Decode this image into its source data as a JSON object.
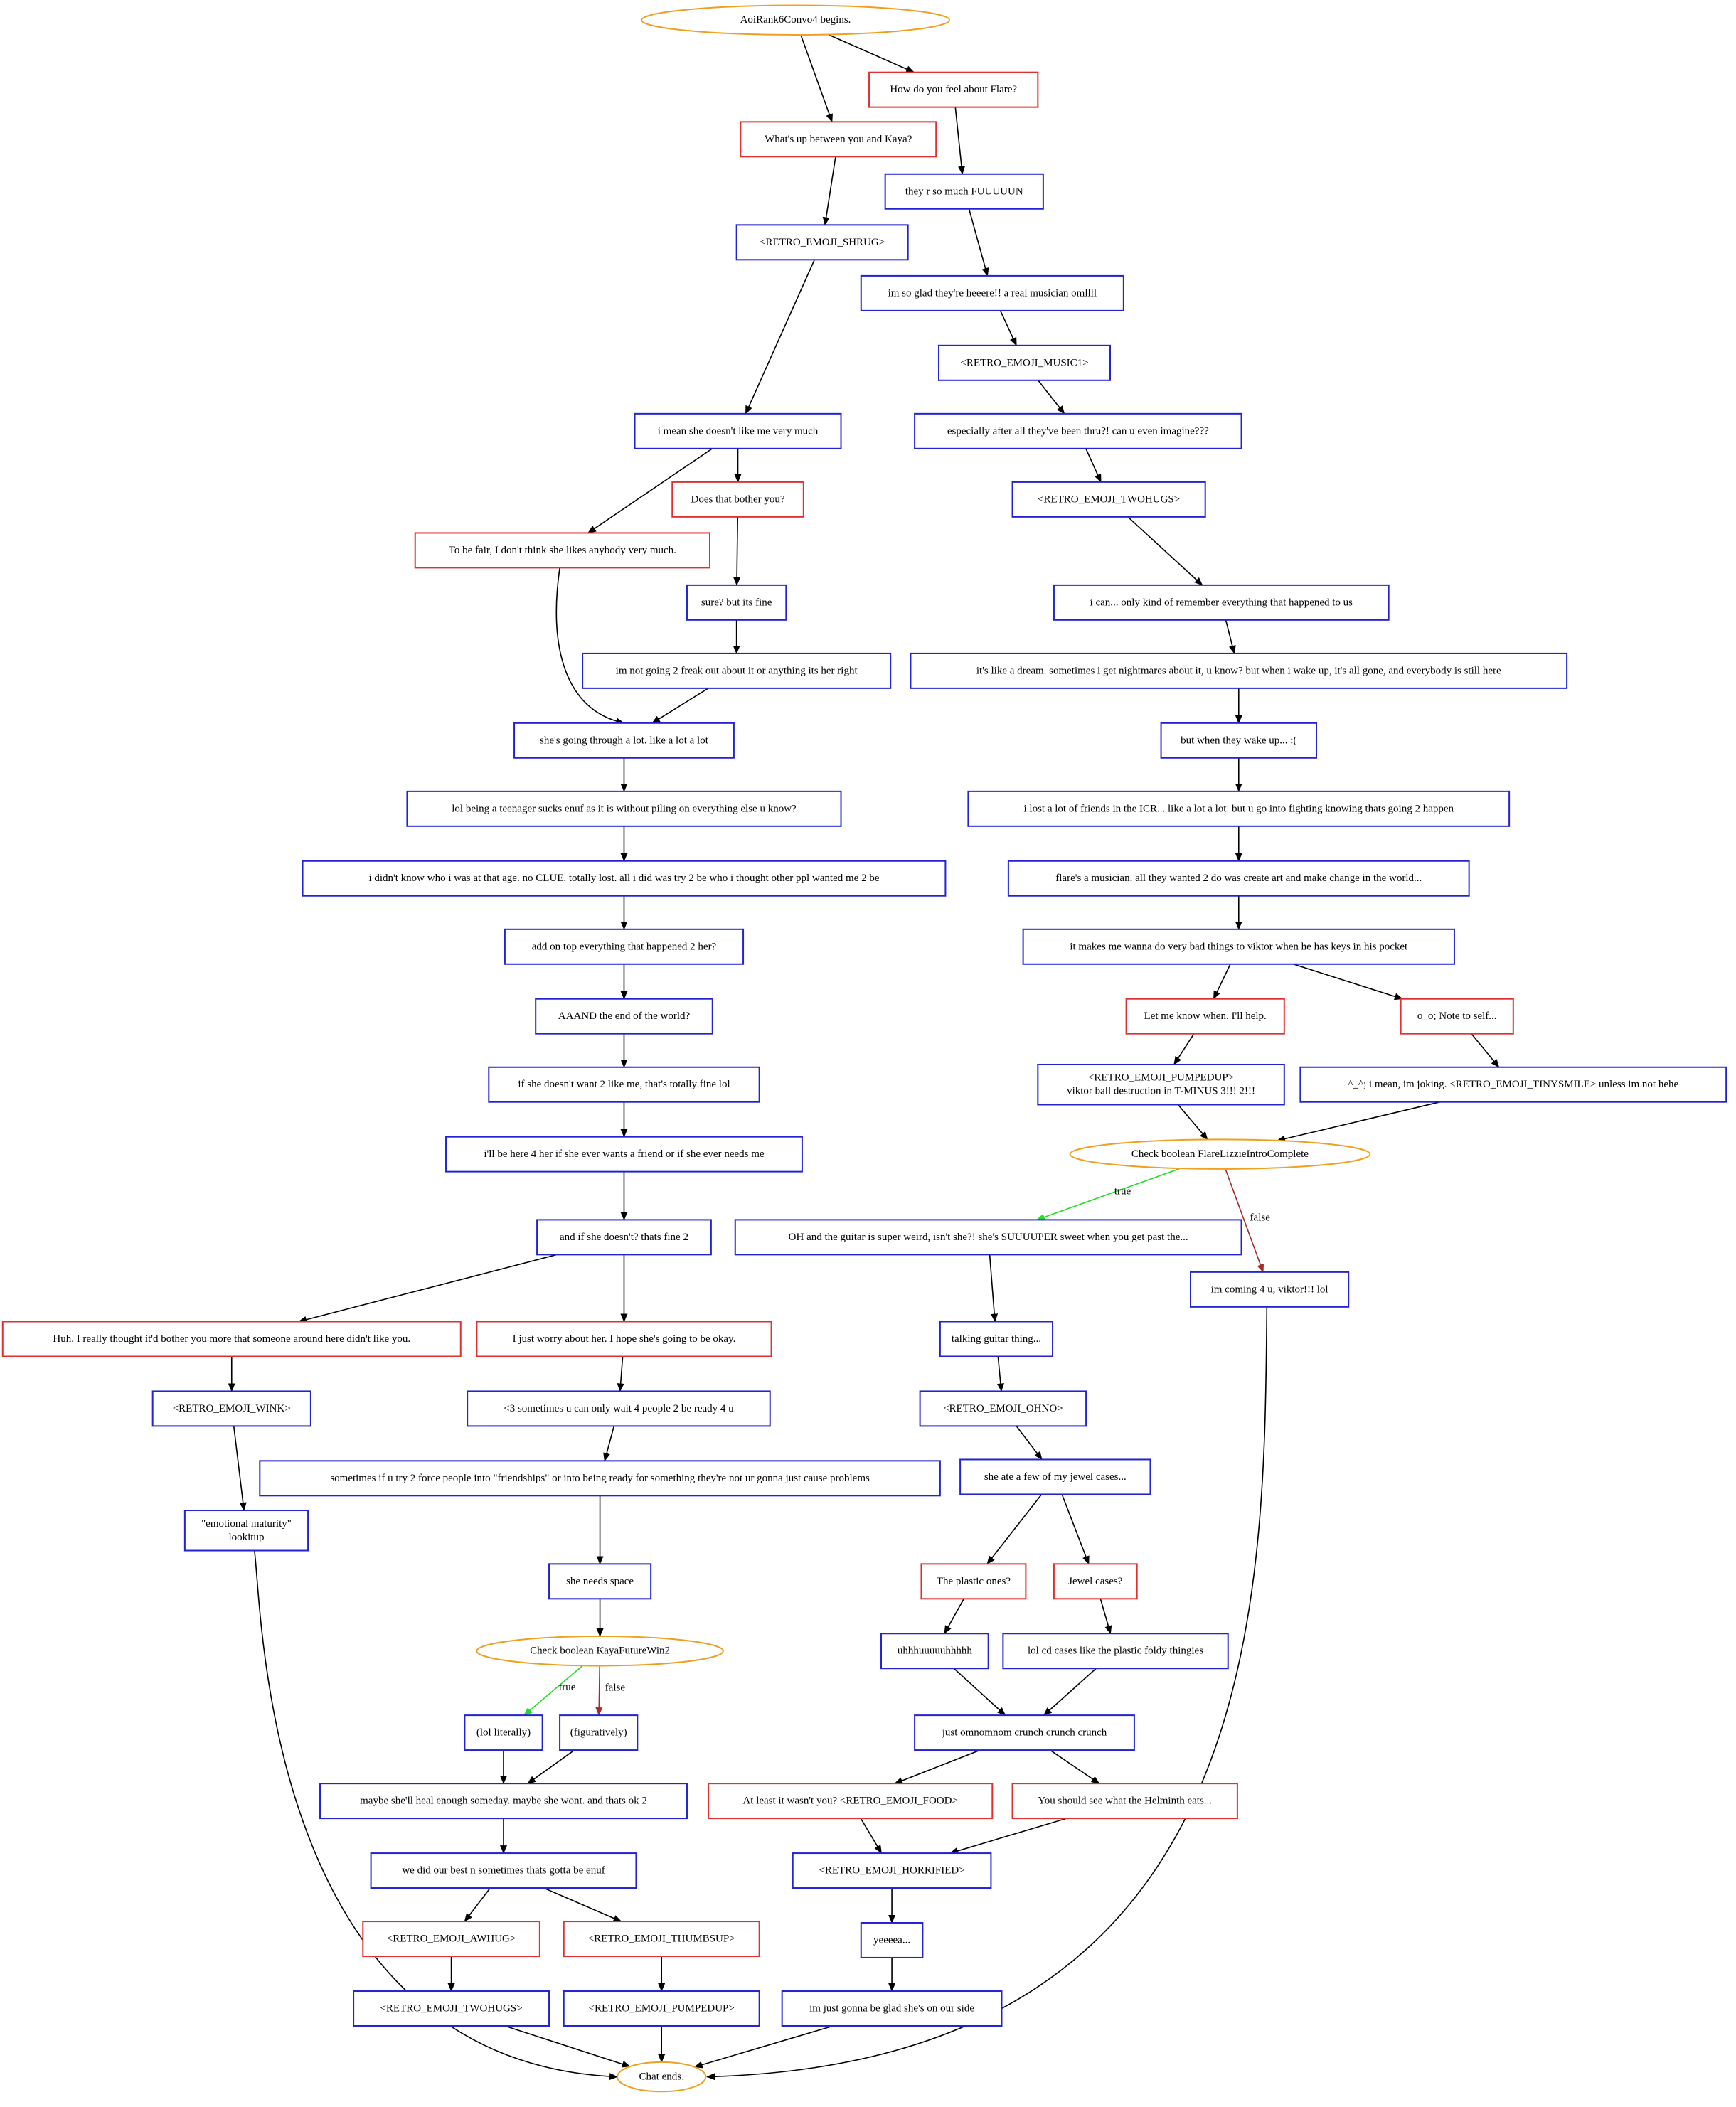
{
  "colors": {
    "npc": "#2323d4",
    "player": "#e03030",
    "control": "#f0a020",
    "edge": "#000000",
    "edge_true": "#22dd22",
    "edge_false": "#a52a2a"
  },
  "nodes": [
    {
      "id": "start",
      "kind": "control",
      "lines": [
        "AoiRank6Convo4 begins."
      ]
    },
    {
      "id": "kaya_q",
      "kind": "player",
      "lines": [
        "What's up between you and Kaya?"
      ]
    },
    {
      "id": "flare_q",
      "kind": "player",
      "lines": [
        "How do you feel about Flare?"
      ]
    },
    {
      "id": "shrug",
      "kind": "npc",
      "lines": [
        "<RETRO_EMOJI_SHRUG>"
      ]
    },
    {
      "id": "fun",
      "kind": "npc",
      "lines": [
        "they r so much FUUUUUN"
      ]
    },
    {
      "id": "glad",
      "kind": "npc",
      "lines": [
        "im so glad they're heeere!! a real musician omllll"
      ]
    },
    {
      "id": "music1",
      "kind": "npc",
      "lines": [
        "<RETRO_EMOJI_MUSIC1>"
      ]
    },
    {
      "id": "imagine",
      "kind": "npc",
      "lines": [
        "especially after all they've been thru?! can u even imagine???"
      ]
    },
    {
      "id": "twohugs_r",
      "kind": "npc",
      "lines": [
        "<RETRO_EMOJI_TWOHUGS>"
      ]
    },
    {
      "id": "remember",
      "kind": "npc",
      "lines": [
        "i can... only kind of remember everything that happened to us"
      ]
    },
    {
      "id": "dream",
      "kind": "npc",
      "lines": [
        "it's like a dream. sometimes i get nightmares about it, u know? but when i wake up, it's all gone, and everybody is still here"
      ]
    },
    {
      "id": "wakeup",
      "kind": "npc",
      "lines": [
        "but when they wake up... :("
      ]
    },
    {
      "id": "icr",
      "kind": "npc",
      "lines": [
        "i lost a lot of friends in the ICR... like a lot a lot. but u go into fighting knowing thats going 2 happen"
      ]
    },
    {
      "id": "musician",
      "kind": "npc",
      "lines": [
        "flare's a musician. all they wanted 2 do was create art and make change in the world..."
      ]
    },
    {
      "id": "viktor",
      "kind": "npc",
      "lines": [
        "it makes me wanna do very bad things to viktor when he has keys in his pocket"
      ]
    },
    {
      "id": "letme",
      "kind": "player",
      "lines": [
        "Let me know when. I'll help."
      ]
    },
    {
      "id": "note",
      "kind": "player",
      "lines": [
        "o_o; Note to self..."
      ]
    },
    {
      "id": "pumped_r",
      "kind": "npc",
      "lines": [
        "<RETRO_EMOJI_PUMPEDUP>",
        "viktor ball destruction in T-MINUS 3!!! 2!!!"
      ]
    },
    {
      "id": "joking",
      "kind": "npc",
      "lines": [
        "^_^; i mean, im joking. <RETRO_EMOJI_TINYSMILE> unless im not hehe"
      ]
    },
    {
      "id": "check_flare",
      "kind": "control",
      "lines": [
        "Check boolean FlareLizzieIntroComplete"
      ]
    },
    {
      "id": "guitar",
      "kind": "npc",
      "lines": [
        "OH and the guitar is super weird, isn't she?! she's SUUUUPER sweet when you get past the..."
      ]
    },
    {
      "id": "coming",
      "kind": "npc",
      "lines": [
        "im coming 4 u, viktor!!! lol"
      ]
    },
    {
      "id": "talking",
      "kind": "npc",
      "lines": [
        "talking guitar thing..."
      ]
    },
    {
      "id": "ohno",
      "kind": "npc",
      "lines": [
        "<RETRO_EMOJI_OHNO>"
      ]
    },
    {
      "id": "jewel",
      "kind": "npc",
      "lines": [
        "she ate a few of my jewel cases..."
      ]
    },
    {
      "id": "plastic_q",
      "kind": "player",
      "lines": [
        "The plastic ones?"
      ]
    },
    {
      "id": "jewel_q",
      "kind": "player",
      "lines": [
        "Jewel cases?"
      ]
    },
    {
      "id": "uhh",
      "kind": "npc",
      "lines": [
        "uhhhuuuuuhhhhh"
      ]
    },
    {
      "id": "cd",
      "kind": "npc",
      "lines": [
        "lol cd cases like the plastic foldy thingies"
      ]
    },
    {
      "id": "crunch",
      "kind": "npc",
      "lines": [
        "just omnomnom crunch crunch crunch"
      ]
    },
    {
      "id": "least",
      "kind": "player",
      "lines": [
        "At least it wasn't you? <RETRO_EMOJI_FOOD>"
      ]
    },
    {
      "id": "helminth",
      "kind": "player",
      "lines": [
        "You should see what the Helminth eats..."
      ]
    },
    {
      "id": "horrified",
      "kind": "npc",
      "lines": [
        "<RETRO_EMOJI_HORRIFIED>"
      ]
    },
    {
      "id": "yeeea",
      "kind": "npc",
      "lines": [
        "yeeeea..."
      ]
    },
    {
      "id": "ourside",
      "kind": "npc",
      "lines": [
        "im just gonna be glad she's on our side"
      ]
    },
    {
      "id": "meanshe",
      "kind": "npc",
      "lines": [
        "i mean she doesn't like me very much"
      ]
    },
    {
      "id": "tobefair",
      "kind": "player",
      "lines": [
        "To be fair, I don't think she likes anybody very much."
      ]
    },
    {
      "id": "bother",
      "kind": "player",
      "lines": [
        "Does that bother you?"
      ]
    },
    {
      "id": "sure",
      "kind": "npc",
      "lines": [
        "sure? but its fine"
      ]
    },
    {
      "id": "freak",
      "kind": "npc",
      "lines": [
        "im not going 2 freak out about it or anything its her right"
      ]
    },
    {
      "id": "alot",
      "kind": "npc",
      "lines": [
        "she's going through a lot. like a lot a lot"
      ]
    },
    {
      "id": "teenager",
      "kind": "npc",
      "lines": [
        "lol being a teenager sucks enuf as it is without piling on everything else u know?"
      ]
    },
    {
      "id": "clue",
      "kind": "npc",
      "lines": [
        "i didn't know who i was at that age. no CLUE. totally lost. all i did was try 2 be who i thought other ppl wanted me 2 be"
      ]
    },
    {
      "id": "addtop",
      "kind": "npc",
      "lines": [
        "add on top everything that happened 2 her?"
      ]
    },
    {
      "id": "aaand",
      "kind": "npc",
      "lines": [
        "AAAND the end of the world?"
      ]
    },
    {
      "id": "ifshe",
      "kind": "npc",
      "lines": [
        "if she doesn't want 2 like me, that's totally fine lol"
      ]
    },
    {
      "id": "behere",
      "kind": "npc",
      "lines": [
        "i'll be here 4 her if she ever wants a friend or if she ever needs me"
      ]
    },
    {
      "id": "fine2",
      "kind": "npc",
      "lines": [
        "and if she doesn't? thats fine 2"
      ]
    },
    {
      "id": "huh",
      "kind": "player",
      "lines": [
        "Huh. I really thought it'd bother you more that someone around here didn't like you."
      ]
    },
    {
      "id": "worry",
      "kind": "player",
      "lines": [
        "I just worry about her. I hope she's going to be okay."
      ]
    },
    {
      "id": "wink",
      "kind": "npc",
      "lines": [
        "<RETRO_EMOJI_WINK>"
      ]
    },
    {
      "id": "lt3",
      "kind": "npc",
      "lines": [
        "<3 sometimes u can only wait 4 people 2 be ready 4 u"
      ]
    },
    {
      "id": "force",
      "kind": "npc",
      "lines": [
        "sometimes if u try 2 force people into \"friendships\" or into being ready for something they're not ur gonna just cause problems"
      ]
    },
    {
      "id": "lookitup",
      "kind": "npc",
      "lines": [
        "\"emotional maturity\"",
        "lookitup"
      ]
    },
    {
      "id": "space",
      "kind": "npc",
      "lines": [
        "she needs space"
      ]
    },
    {
      "id": "check_kaya",
      "kind": "control",
      "lines": [
        "Check boolean KayaFutureWin2"
      ]
    },
    {
      "id": "literally",
      "kind": "npc",
      "lines": [
        "(lol literally)"
      ]
    },
    {
      "id": "figuratively",
      "kind": "npc",
      "lines": [
        "(figuratively)"
      ]
    },
    {
      "id": "heal",
      "kind": "npc",
      "lines": [
        "maybe she'll heal enough someday. maybe she wont. and thats ok 2"
      ]
    },
    {
      "id": "best",
      "kind": "npc",
      "lines": [
        "we did our best n sometimes thats gotta be enuf"
      ]
    },
    {
      "id": "awhug",
      "kind": "player",
      "lines": [
        "<RETRO_EMOJI_AWHUG>"
      ]
    },
    {
      "id": "thumbsup",
      "kind": "player",
      "lines": [
        "<RETRO_EMOJI_THUMBSUP>"
      ]
    },
    {
      "id": "twohugs_l",
      "kind": "npc",
      "lines": [
        "<RETRO_EMOJI_TWOHUGS>"
      ]
    },
    {
      "id": "pumped_l",
      "kind": "npc",
      "lines": [
        "<RETRO_EMOJI_PUMPEDUP>"
      ]
    },
    {
      "id": "end",
      "kind": "control",
      "lines": [
        "Chat ends."
      ]
    }
  ],
  "edges": [
    {
      "from": "start",
      "to": "kaya_q"
    },
    {
      "from": "start",
      "to": "flare_q"
    },
    {
      "from": "kaya_q",
      "to": "shrug"
    },
    {
      "from": "flare_q",
      "to": "fun"
    },
    {
      "from": "fun",
      "to": "glad"
    },
    {
      "from": "glad",
      "to": "music1"
    },
    {
      "from": "music1",
      "to": "imagine"
    },
    {
      "from": "imagine",
      "to": "twohugs_r"
    },
    {
      "from": "twohugs_r",
      "to": "remember"
    },
    {
      "from": "remember",
      "to": "dream"
    },
    {
      "from": "dream",
      "to": "wakeup"
    },
    {
      "from": "wakeup",
      "to": "icr"
    },
    {
      "from": "icr",
      "to": "musician"
    },
    {
      "from": "musician",
      "to": "viktor"
    },
    {
      "from": "viktor",
      "to": "letme"
    },
    {
      "from": "viktor",
      "to": "note"
    },
    {
      "from": "letme",
      "to": "pumped_r"
    },
    {
      "from": "note",
      "to": "joking"
    },
    {
      "from": "pumped_r",
      "to": "check_flare"
    },
    {
      "from": "joking",
      "to": "check_flare"
    },
    {
      "from": "check_flare",
      "to": "guitar",
      "label": "true",
      "style": "true"
    },
    {
      "from": "check_flare",
      "to": "coming",
      "label": "false",
      "style": "false"
    },
    {
      "from": "guitar",
      "to": "talking"
    },
    {
      "from": "talking",
      "to": "ohno"
    },
    {
      "from": "ohno",
      "to": "jewel"
    },
    {
      "from": "jewel",
      "to": "plastic_q"
    },
    {
      "from": "jewel",
      "to": "jewel_q"
    },
    {
      "from": "plastic_q",
      "to": "uhh"
    },
    {
      "from": "jewel_q",
      "to": "cd"
    },
    {
      "from": "uhh",
      "to": "crunch"
    },
    {
      "from": "cd",
      "to": "crunch"
    },
    {
      "from": "crunch",
      "to": "least"
    },
    {
      "from": "crunch",
      "to": "helminth"
    },
    {
      "from": "least",
      "to": "horrified"
    },
    {
      "from": "helminth",
      "to": "horrified"
    },
    {
      "from": "horrified",
      "to": "yeeea"
    },
    {
      "from": "yeeea",
      "to": "ourside"
    },
    {
      "from": "ourside",
      "to": "end"
    },
    {
      "from": "coming",
      "to": "end"
    },
    {
      "from": "shrug",
      "to": "meanshe"
    },
    {
      "from": "meanshe",
      "to": "tobefair"
    },
    {
      "from": "meanshe",
      "to": "bother"
    },
    {
      "from": "bother",
      "to": "sure"
    },
    {
      "from": "sure",
      "to": "freak"
    },
    {
      "from": "tobefair",
      "to": "alot"
    },
    {
      "from": "freak",
      "to": "alot"
    },
    {
      "from": "alot",
      "to": "teenager"
    },
    {
      "from": "teenager",
      "to": "clue"
    },
    {
      "from": "clue",
      "to": "addtop"
    },
    {
      "from": "addtop",
      "to": "aaand"
    },
    {
      "from": "aaand",
      "to": "ifshe"
    },
    {
      "from": "ifshe",
      "to": "behere"
    },
    {
      "from": "behere",
      "to": "fine2"
    },
    {
      "from": "fine2",
      "to": "huh"
    },
    {
      "from": "fine2",
      "to": "worry"
    },
    {
      "from": "huh",
      "to": "wink"
    },
    {
      "from": "worry",
      "to": "lt3"
    },
    {
      "from": "wink",
      "to": "lookitup"
    },
    {
      "from": "lt3",
      "to": "force"
    },
    {
      "from": "force",
      "to": "space"
    },
    {
      "from": "lookitup",
      "to": "end"
    },
    {
      "from": "space",
      "to": "check_kaya"
    },
    {
      "from": "check_kaya",
      "to": "literally",
      "label": "true",
      "style": "true"
    },
    {
      "from": "check_kaya",
      "to": "figuratively",
      "label": "false",
      "style": "false"
    },
    {
      "from": "literally",
      "to": "heal"
    },
    {
      "from": "figuratively",
      "to": "heal"
    },
    {
      "from": "heal",
      "to": "best"
    },
    {
      "from": "best",
      "to": "awhug"
    },
    {
      "from": "best",
      "to": "thumbsup"
    },
    {
      "from": "awhug",
      "to": "twohugs_l"
    },
    {
      "from": "thumbsup",
      "to": "pumped_l"
    },
    {
      "from": "twohugs_l",
      "to": "end"
    },
    {
      "from": "pumped_l",
      "to": "end"
    }
  ]
}
